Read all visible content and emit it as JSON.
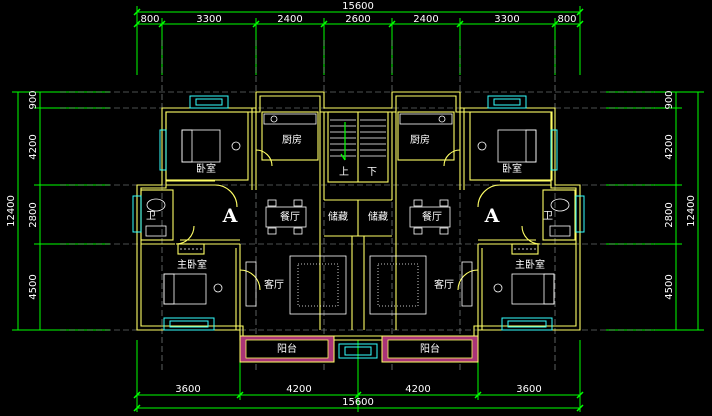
{
  "dimensions": {
    "top_segments": [
      "800",
      "3300",
      "2400",
      "2600",
      "2400",
      "3300",
      "800"
    ],
    "top_total": "15600",
    "bottom_segments": [
      "3600",
      "4200",
      "4200",
      "3600"
    ],
    "bottom_total": "15600",
    "left_segments": [
      "900",
      "4200",
      "2800",
      "4500"
    ],
    "left_total": "12400",
    "right_segments": [
      "900",
      "4200",
      "2800",
      "4500"
    ],
    "right_total": "12400"
  },
  "rooms": {
    "left_bedroom": "卧室",
    "left_kitchen": "厨房",
    "left_bath": "卫",
    "left_dining": "餐厅",
    "left_storage": "储藏",
    "left_master": "主卧室",
    "left_living": "客厅",
    "left_balcony": "阳台",
    "right_bedroom": "卧室",
    "right_kitchen": "厨房",
    "right_bath": "卫",
    "right_dining": "餐厅",
    "right_storage": "储藏",
    "right_master": "主卧室",
    "right_living": "客厅",
    "right_balcony": "阳台",
    "stair_down": "上",
    "stair_up": "下"
  },
  "unit_labels": {
    "left": "A",
    "right": "A"
  },
  "colors": {
    "background": "#000000",
    "dimension_lines": "#00ff00",
    "walls": "#ffff66",
    "furniture": "#ffffff",
    "windows": "#00ffff",
    "balcony_fill": "#aa3377",
    "grid": "#9aa0a0"
  }
}
